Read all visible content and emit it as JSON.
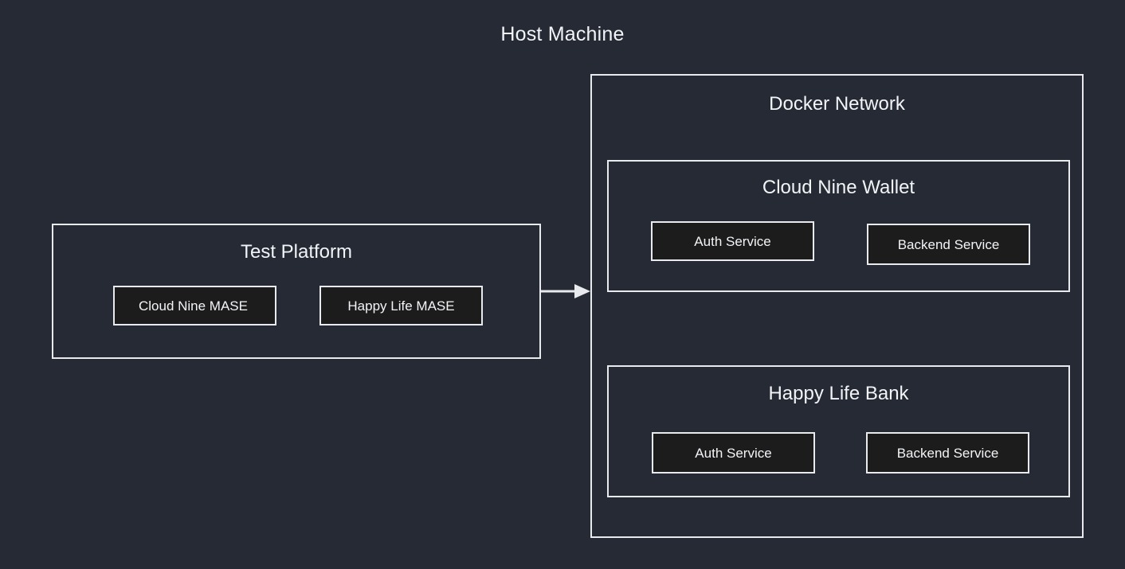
{
  "diagram": {
    "type": "architecture-block-diagram",
    "title": "Host Machine",
    "background_color": "#252a35",
    "border_color": "#e8eaed",
    "node_fill_color": "#1c1c1c",
    "text_color": "#f2f4f7"
  },
  "test_platform": {
    "title": "Test Platform",
    "nodes": [
      {
        "label": "Cloud Nine MASE"
      },
      {
        "label": "Happy Life MASE"
      }
    ]
  },
  "connector": {
    "label": "",
    "direction": "right",
    "from": "Test Platform",
    "to": "Docker Network",
    "icon": "arrow-right-icon"
  },
  "docker_network": {
    "title": "Docker Network",
    "groups": [
      {
        "title": "Cloud Nine Wallet",
        "nodes": [
          {
            "label": "Auth Service"
          },
          {
            "label": "Backend Service"
          }
        ]
      },
      {
        "title": "Happy Life Bank",
        "nodes": [
          {
            "label": "Auth Service"
          },
          {
            "label": "Backend Service"
          }
        ]
      }
    ]
  }
}
